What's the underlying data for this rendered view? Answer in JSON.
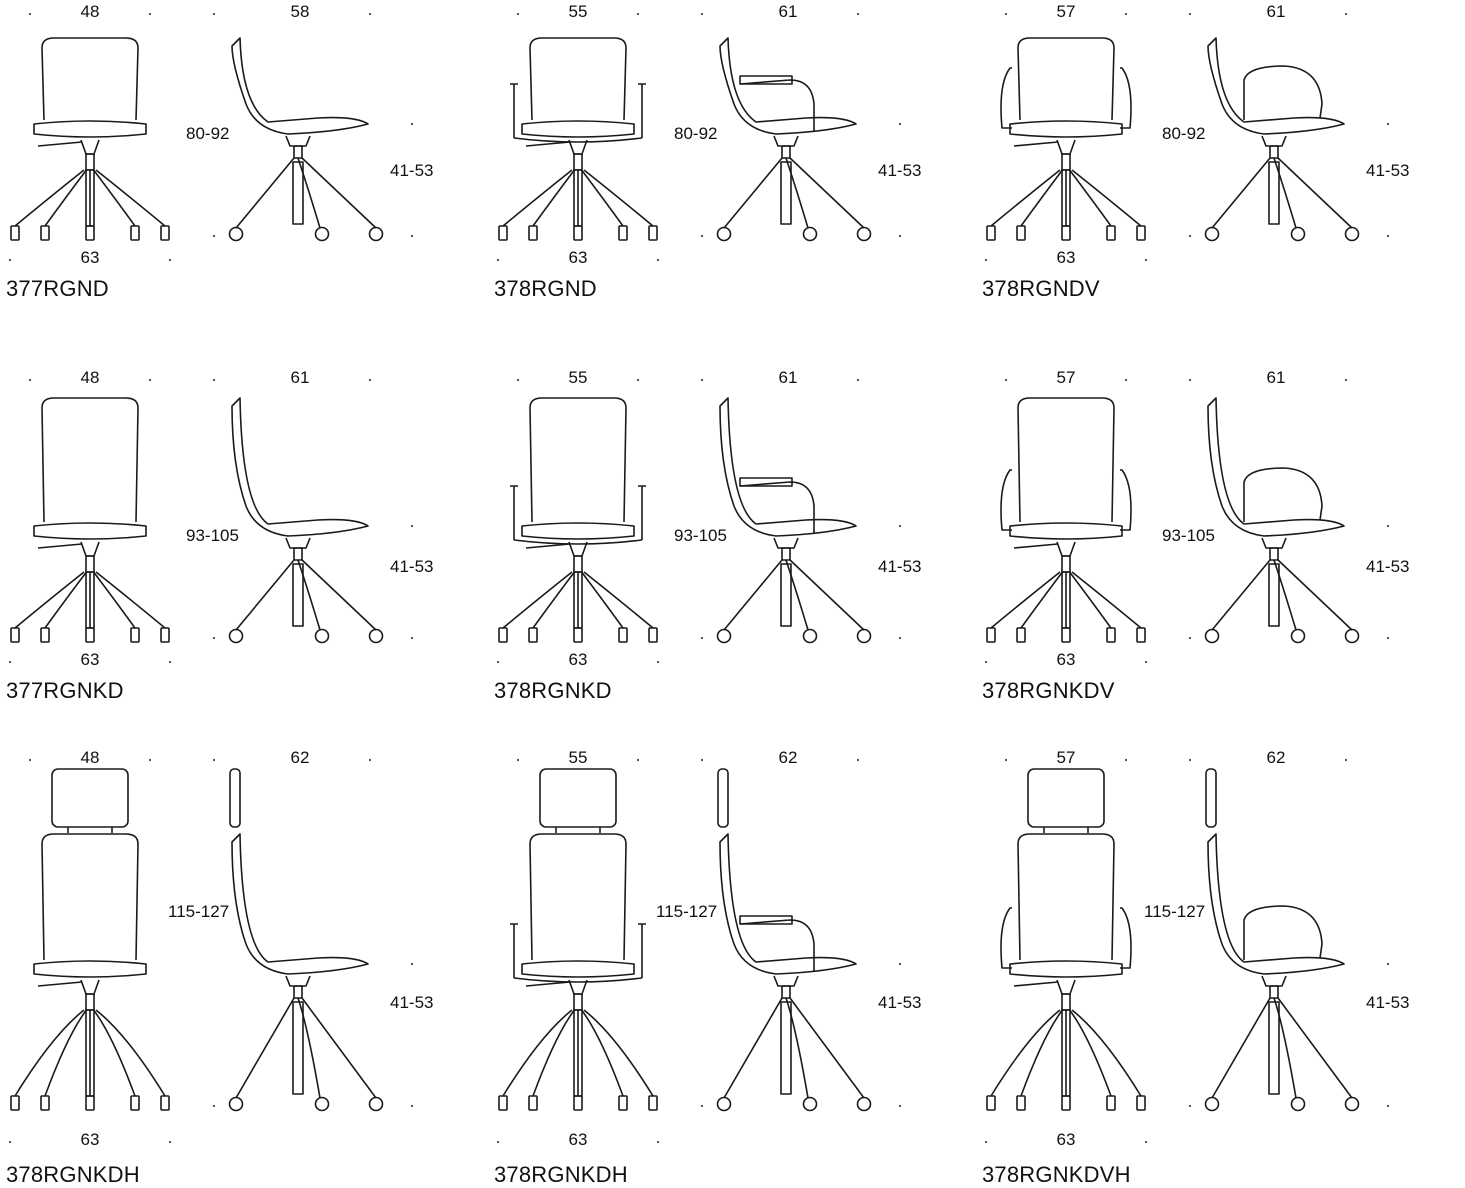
{
  "colors": {
    "line": "#1a1a1a",
    "background": "#ffffff"
  },
  "models": [
    {
      "code": "377RGND",
      "front_width": "48",
      "side_depth": "58",
      "total_height": "80-92",
      "seat_height": "41-53",
      "base_width": "63",
      "armrests": "none",
      "back": "low",
      "headrest": false
    },
    {
      "code": "378RGND",
      "front_width": "55",
      "side_depth": "61",
      "total_height": "80-92",
      "seat_height": "41-53",
      "base_width": "63",
      "armrests": "bar",
      "back": "low",
      "headrest": false
    },
    {
      "code": "378RGNDV",
      "front_width": "57",
      "side_depth": "61",
      "total_height": "80-92",
      "seat_height": "41-53",
      "base_width": "63",
      "armrests": "shell",
      "back": "low",
      "headrest": false
    },
    {
      "code": "377RGNKD",
      "front_width": "48",
      "side_depth": "61",
      "total_height": "93-105",
      "seat_height": "41-53",
      "base_width": "63",
      "armrests": "none",
      "back": "high",
      "headrest": false
    },
    {
      "code": "378RGNKD",
      "front_width": "55",
      "side_depth": "61",
      "total_height": "93-105",
      "seat_height": "41-53",
      "base_width": "63",
      "armrests": "bar",
      "back": "high",
      "headrest": false
    },
    {
      "code": "378RGNKDV",
      "front_width": "57",
      "side_depth": "61",
      "total_height": "93-105",
      "seat_height": "41-53",
      "base_width": "63",
      "armrests": "shell",
      "back": "high",
      "headrest": false
    },
    {
      "code": "378RGNKDH",
      "front_width": "48",
      "side_depth": "62",
      "total_height": "115-127",
      "seat_height": "41-53",
      "base_width": "63",
      "armrests": "none",
      "back": "high",
      "headrest": true
    },
    {
      "code": "378RGNKDH",
      "front_width": "55",
      "side_depth": "62",
      "total_height": "115-127",
      "seat_height": "41-53",
      "base_width": "63",
      "armrests": "bar",
      "back": "high",
      "headrest": true
    },
    {
      "code": "378RGNKDVH",
      "front_width": "57",
      "side_depth": "62",
      "total_height": "115-127",
      "seat_height": "41-53",
      "base_width": "63",
      "armrests": "shell",
      "back": "high",
      "headrest": true
    }
  ]
}
